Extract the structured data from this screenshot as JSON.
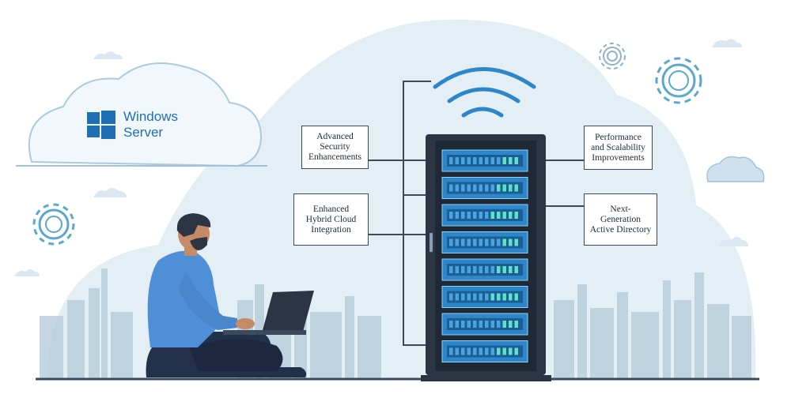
{
  "brand": {
    "line1": "Windows",
    "line2": "Server",
    "icon": "windows-logo-icon",
    "color": "#1f6fb5"
  },
  "features": {
    "security": "Advanced\nSecurity\nEnhancements",
    "hybrid": "Enhanced\nHybrid Cloud\nIntegration",
    "performance": "Performance\nand Scalability\nImprovements",
    "directory": "Next-\nGeneration\nActive Directory"
  },
  "colors": {
    "sky_blob": "#e3edf4",
    "city": "#b9cfdc",
    "server_body": "#2b3544",
    "server_slot": "#2d86c9",
    "server_led": "#5fe0c8",
    "shirt": "#4f8fd8",
    "pants": "#233049",
    "connector": "#3b4a5a",
    "gear": "#5aa9cc"
  }
}
